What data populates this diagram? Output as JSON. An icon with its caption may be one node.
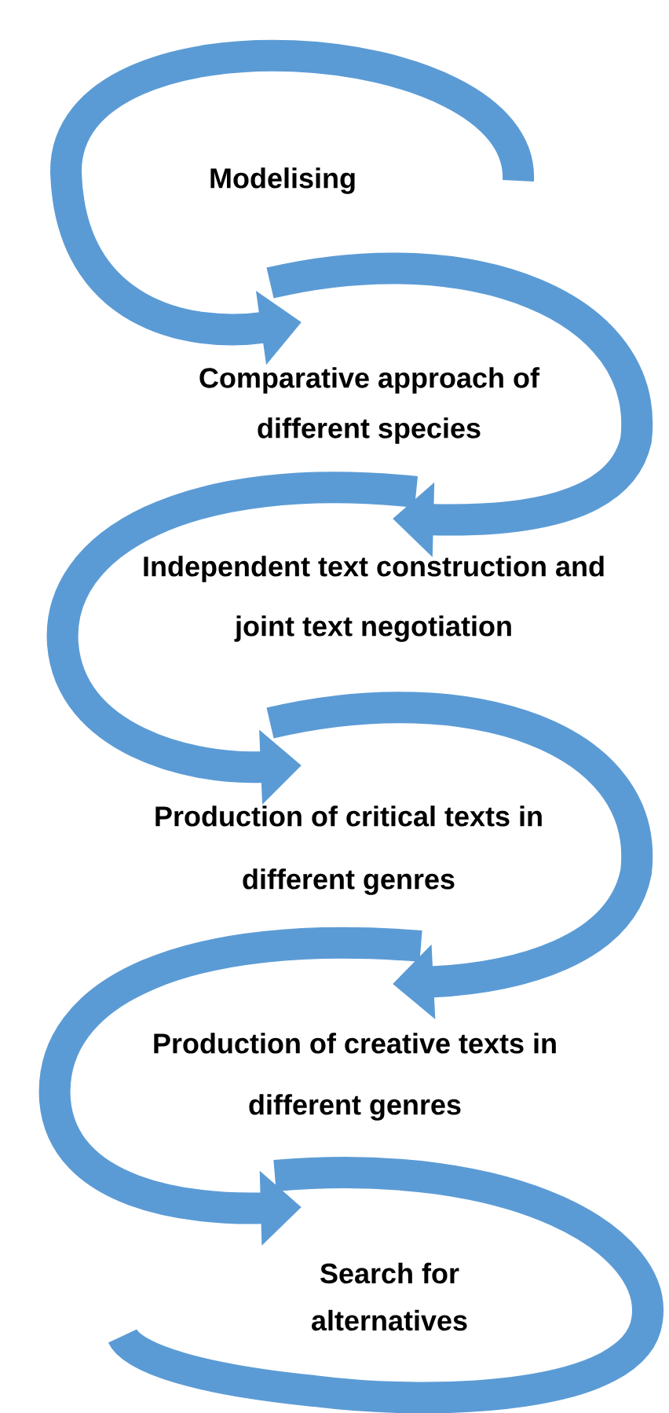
{
  "diagram": {
    "nodes": [
      {
        "text": [
          "Modelising"
        ]
      },
      {
        "text": [
          "Comparative approach of different species"
        ]
      },
      {
        "text": [
          "Independent text construction and joint text negotiation"
        ]
      },
      {
        "text": [
          "Production of critical texts in different genres"
        ]
      },
      {
        "text": [
          "Production of creative texts in different genres"
        ]
      },
      {
        "text": [
          "Search for alternatives"
        ]
      }
    ],
    "edges": [
      {
        "from": null,
        "to": 1,
        "arrow": "to"
      },
      {
        "from": null,
        "to": 2,
        "arrow": "to"
      },
      {
        "from": null,
        "to": 3,
        "arrow": "to"
      },
      {
        "from": null,
        "to": 4,
        "arrow": "to"
      },
      {
        "from": null,
        "to": 5,
        "arrow": "to"
      }
    ]
  }
}
